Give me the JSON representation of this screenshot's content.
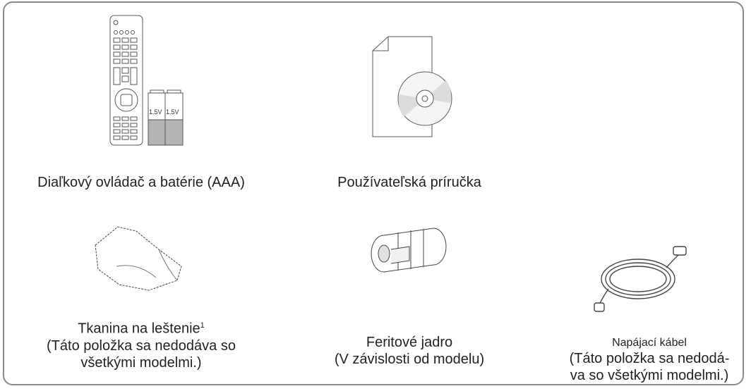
{
  "items": [
    {
      "name": "remote",
      "caption": "Diaľkový ovládač a batérie (AAA)",
      "battery_label": "1.5V"
    },
    {
      "name": "manual",
      "caption": "Používateľská príručka"
    },
    {
      "name": "cloth",
      "caption": "Tkanina na leštenie",
      "footnote": "1",
      "note_line1": "(Táto položka sa nedodáva so",
      "note_line2": "všetkými modelmi.)"
    },
    {
      "name": "ferrite",
      "caption": "Feritové jadro",
      "note": "(V závislosti od modelu)"
    },
    {
      "name": "power-cord",
      "caption": "Napájací kábel",
      "note_line1": "(Táto položka sa nedodá-",
      "note_line2": "va so všetkými modelmi.)"
    }
  ]
}
